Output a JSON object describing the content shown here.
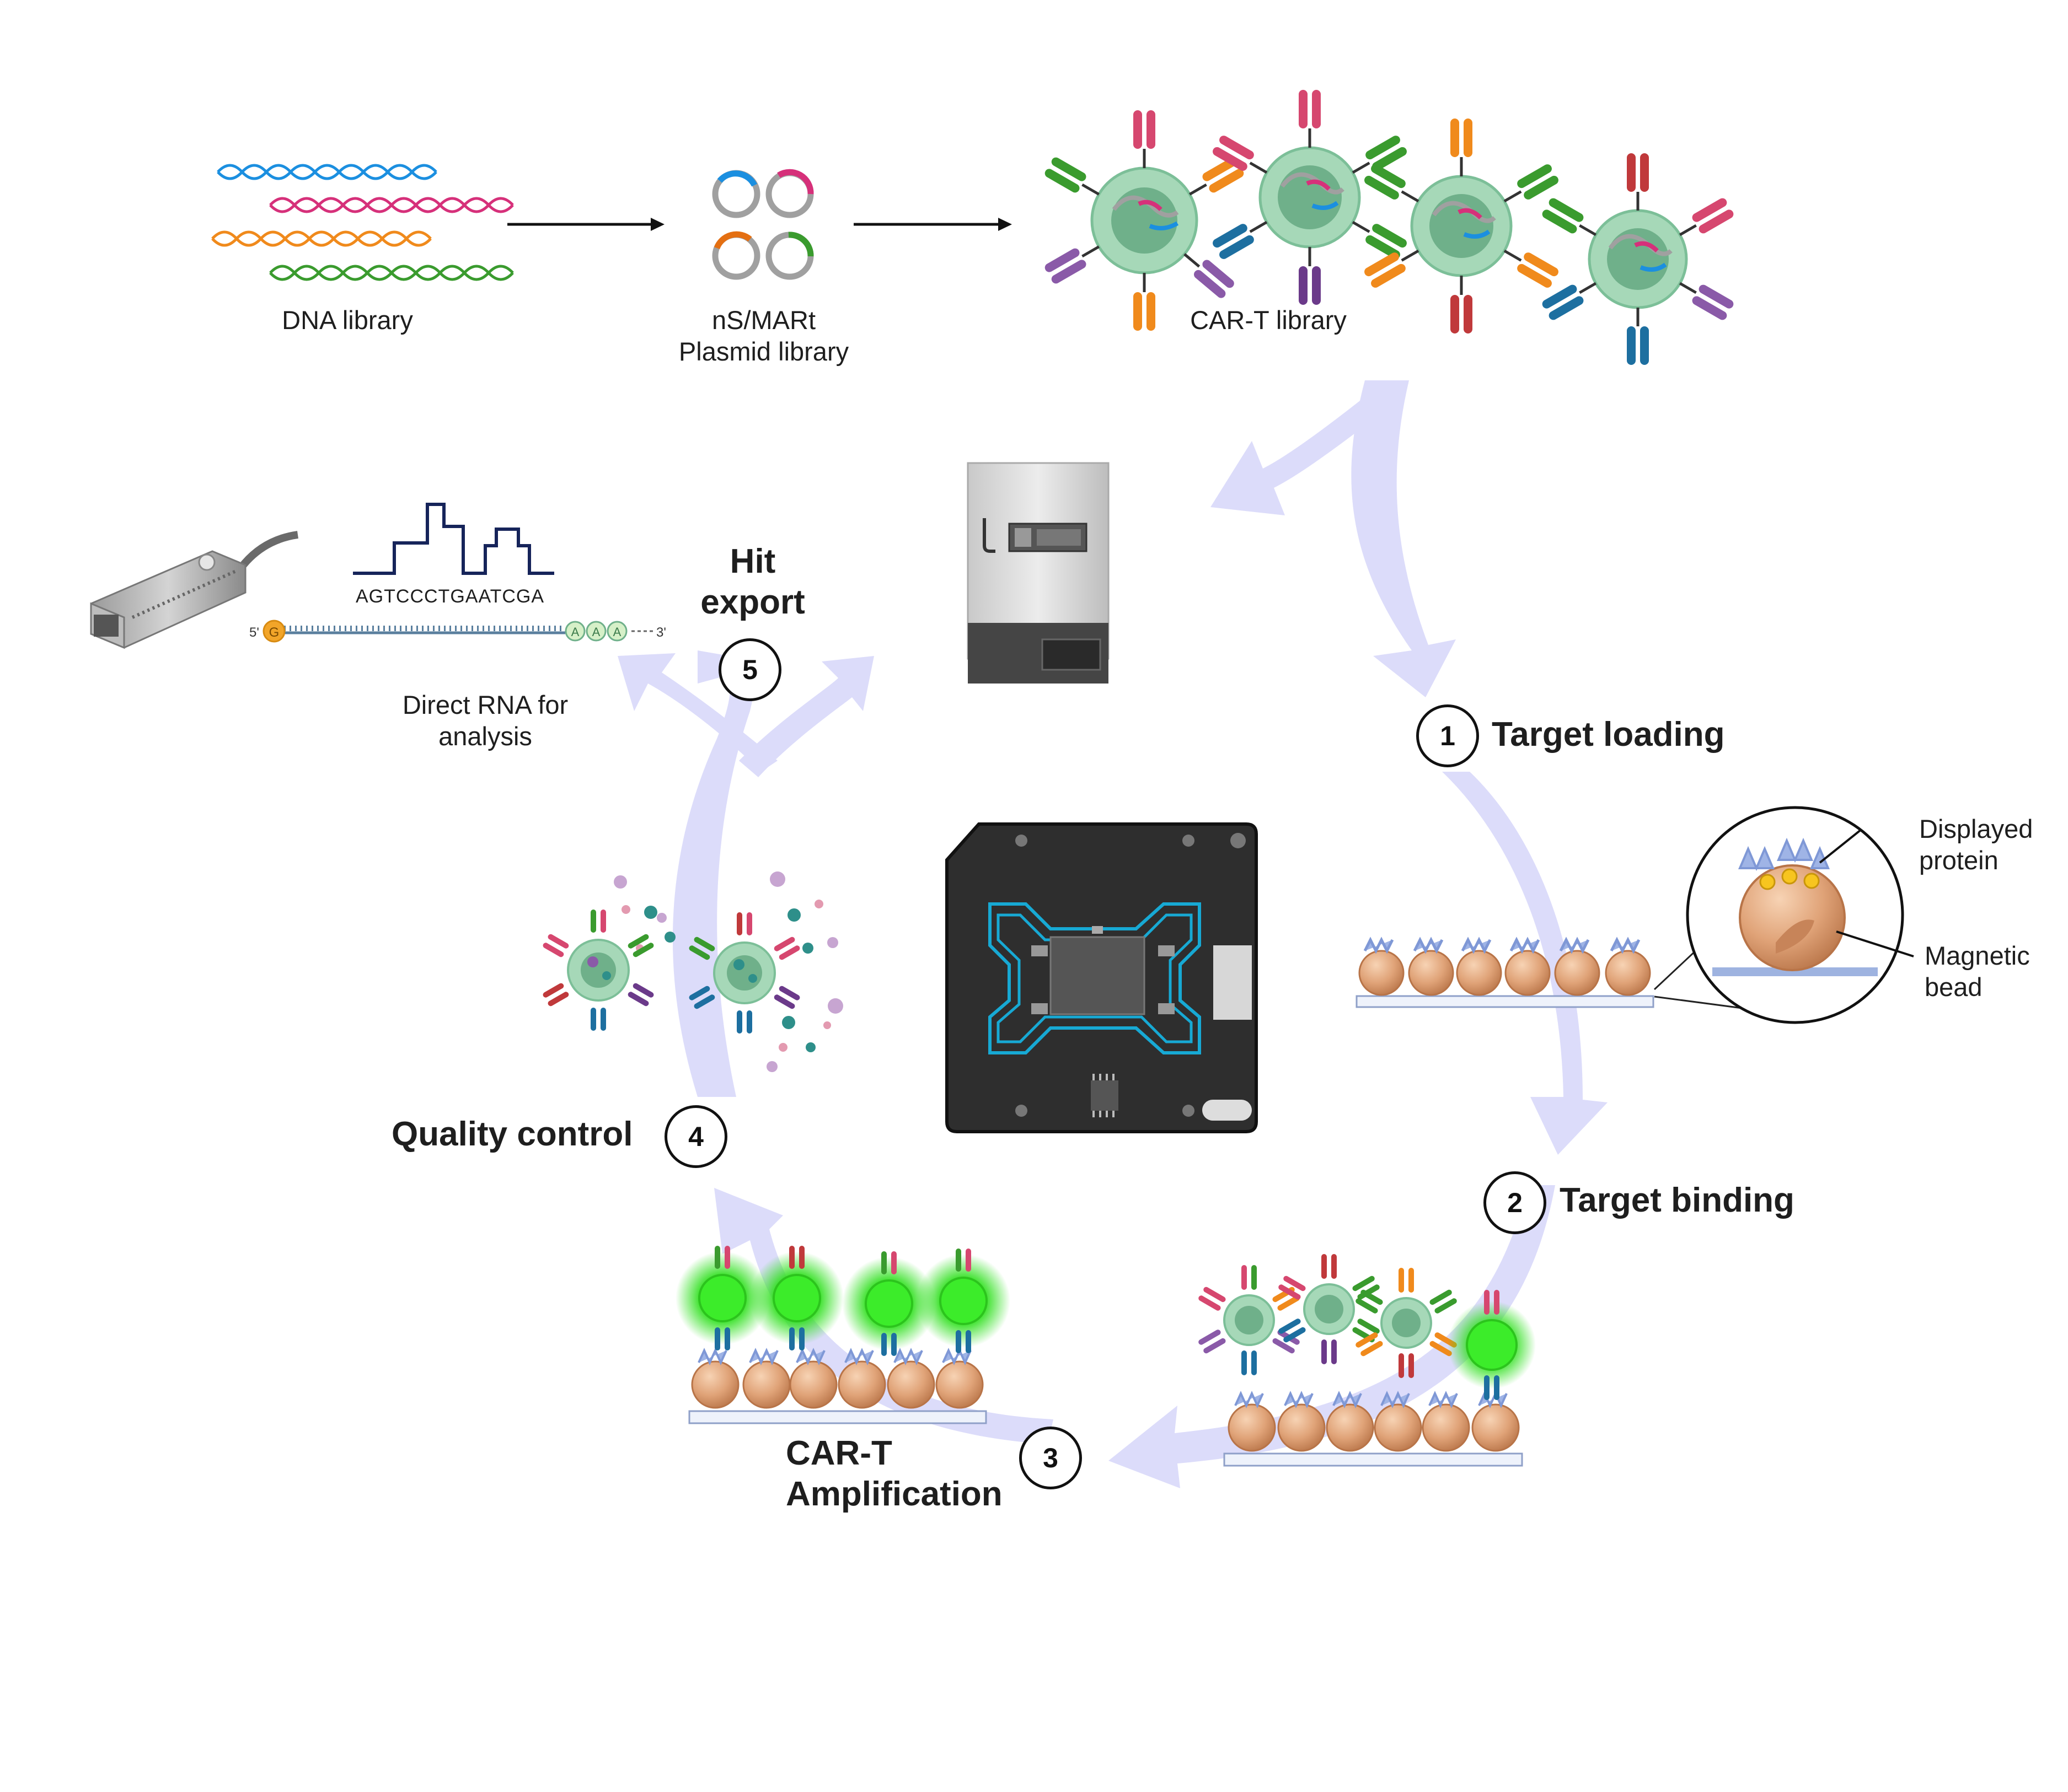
{
  "labels": {
    "dna_library": "DNA library",
    "plasmid_library": "nS/MARt\nPlasmid library",
    "cart_library": "CAR-T library",
    "direct_rna": "Direct RNA for\nanalysis",
    "sequence": "AGTCCCTGAATCGA",
    "five_prime": "5'",
    "three_prime": "3'",
    "cap_letter": "G",
    "polya_letter": "A",
    "displayed_protein": "Displayed\nprotein",
    "magnetic_bead": "Magnetic\nbead"
  },
  "steps": [
    {
      "number": "1",
      "label": "Target loading"
    },
    {
      "number": "2",
      "label": "Target binding"
    },
    {
      "number": "3",
      "label": "CAR-T\nAmplification"
    },
    {
      "number": "4",
      "label": "Quality control"
    },
    {
      "number": "5",
      "label": "Hit\nexport"
    }
  ],
  "colors": {
    "cycle_arrow": "#dcdcfa",
    "cell_body": "#a6d8b8",
    "cell_nucleus": "#6fb08a",
    "glow": "#22dd22",
    "bead": "#e0a378",
    "chip_body": "#2e2e2e",
    "chip_channel": "#17a9d4",
    "dna_blue": "#1b8fe0",
    "dna_magenta": "#d6307a",
    "dna_orange": "#f08a1c",
    "dna_green": "#3a9b2e"
  }
}
